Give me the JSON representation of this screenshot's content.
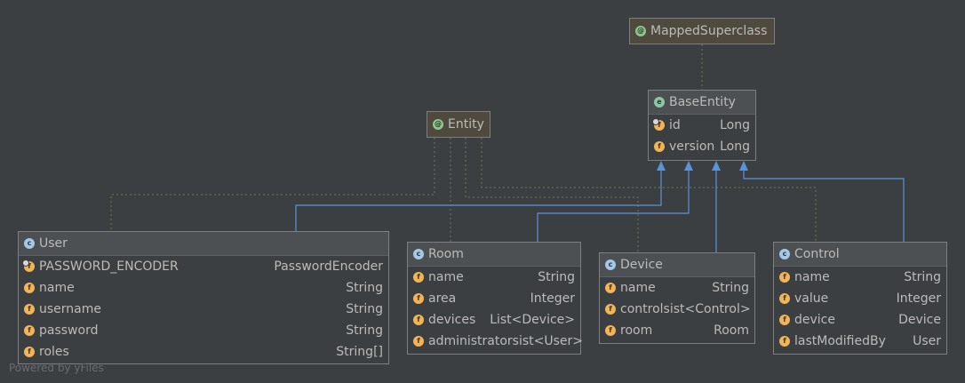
{
  "nodes": {
    "mapped_superclass": {
      "kind": "annotation",
      "name": "MappedSuperclass"
    },
    "entity": {
      "kind": "annotation",
      "name": "Entity"
    },
    "base_entity": {
      "kind": "abstract-class",
      "name": "BaseEntity",
      "fields": [
        {
          "name": "id",
          "type": "Long",
          "icon": "static-field"
        },
        {
          "name": "version",
          "type": "Long",
          "icon": "field"
        }
      ]
    },
    "user": {
      "kind": "class",
      "name": "User",
      "fields": [
        {
          "name": "PASSWORD_ENCODER",
          "type": "PasswordEncoder",
          "icon": "static-field"
        },
        {
          "name": "name",
          "type": "String",
          "icon": "field"
        },
        {
          "name": "username",
          "type": "String",
          "icon": "field"
        },
        {
          "name": "password",
          "type": "String",
          "icon": "field"
        },
        {
          "name": "roles",
          "type": "String[]",
          "icon": "field"
        }
      ]
    },
    "room": {
      "kind": "class",
      "name": "Room",
      "fields": [
        {
          "name": "name",
          "type": "String",
          "icon": "field"
        },
        {
          "name": "area",
          "type": "Integer",
          "icon": "field"
        },
        {
          "name": "devices",
          "type": "List<Device>",
          "icon": "field"
        },
        {
          "name": "administrators",
          "type": "ist<User>",
          "icon": "field"
        }
      ]
    },
    "device": {
      "kind": "class",
      "name": "Device",
      "fields": [
        {
          "name": "name",
          "type": "String",
          "icon": "field"
        },
        {
          "name": "controls",
          "type": "ist<Control>",
          "icon": "field"
        },
        {
          "name": "room",
          "type": "Room",
          "icon": "field"
        }
      ]
    },
    "control": {
      "kind": "class",
      "name": "Control",
      "fields": [
        {
          "name": "name",
          "type": "String",
          "icon": "field"
        },
        {
          "name": "value",
          "type": "Integer",
          "icon": "field"
        },
        {
          "name": "device",
          "type": "Device",
          "icon": "field"
        },
        {
          "name": "lastModifiedBy",
          "type": "User",
          "icon": "field"
        }
      ]
    }
  },
  "icon_letters": {
    "class": "c",
    "abstract": "e",
    "annotation": "@",
    "field": "f"
  },
  "colors": {
    "background": "#3c3f41",
    "inheritance_edge": "#5b93d8",
    "annotation_edge": "#6b7a52",
    "node_border": "#7b7f82",
    "annotation_fill": "#504a3e"
  },
  "watermark": "Powered by yFiles"
}
